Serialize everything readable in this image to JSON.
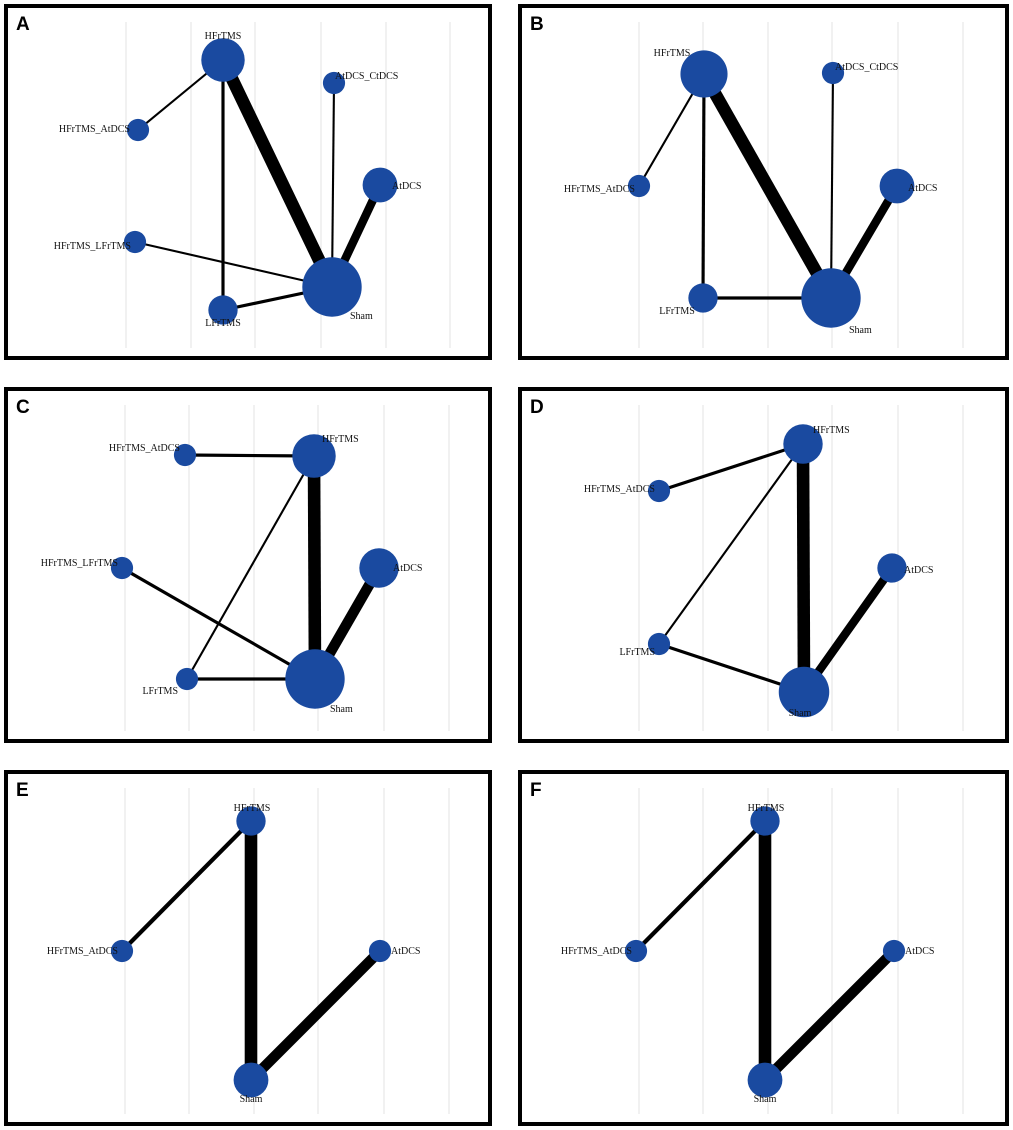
{
  "figure": {
    "node_color": "#1a4aa0",
    "edge_color": "#000000",
    "grid_color": "#e3e3e3"
  },
  "panels": [
    {
      "letter": "A",
      "nodes": [
        {
          "id": "HFrTMS",
          "label": "HFrTMS",
          "weight": 5
        },
        {
          "id": "HFrTMS_AtDCS",
          "label": "HFrTMS_AtDCS",
          "weight": 1
        },
        {
          "id": "AtDCS_CtDCS",
          "label": "AtDCS_CtDCS",
          "weight": 1
        },
        {
          "id": "AtDCS",
          "label": "AtDCS",
          "weight": 3
        },
        {
          "id": "HFrTMS_LFrTMS",
          "label": "HFrTMS_LFrTMS",
          "weight": 1
        },
        {
          "id": "LFrTMS",
          "label": "LFrTMS",
          "weight": 2
        },
        {
          "id": "Sham",
          "label": "Sham",
          "weight": 10
        }
      ],
      "edges": [
        {
          "source": "HFrTMS",
          "target": "Sham",
          "weight": 6
        },
        {
          "source": "HFrTMS",
          "target": "HFrTMS_AtDCS",
          "weight": 1
        },
        {
          "source": "HFrTMS",
          "target": "LFrTMS",
          "weight": 1.5
        },
        {
          "source": "AtDCS_CtDCS",
          "target": "Sham",
          "weight": 1
        },
        {
          "source": "AtDCS",
          "target": "Sham",
          "weight": 4
        },
        {
          "source": "HFrTMS_LFrTMS",
          "target": "Sham",
          "weight": 1
        },
        {
          "source": "LFrTMS",
          "target": "Sham",
          "weight": 1.5
        }
      ]
    },
    {
      "letter": "B",
      "nodes": [
        {
          "id": "HFrTMS",
          "label": "HFrTMS",
          "weight": 6
        },
        {
          "id": "AtDCS_CtDCS",
          "label": "AtDCS_CtDCS",
          "weight": 1
        },
        {
          "id": "HFrTMS_AtDCS",
          "label": "HFrTMS_AtDCS",
          "weight": 1
        },
        {
          "id": "AtDCS",
          "label": "AtDCS",
          "weight": 3
        },
        {
          "id": "LFrTMS",
          "label": "LFrTMS",
          "weight": 2
        },
        {
          "id": "Sham",
          "label": "Sham",
          "weight": 10
        }
      ],
      "edges": [
        {
          "source": "HFrTMS",
          "target": "Sham",
          "weight": 6
        },
        {
          "source": "HFrTMS",
          "target": "HFrTMS_AtDCS",
          "weight": 1
        },
        {
          "source": "HFrTMS",
          "target": "LFrTMS",
          "weight": 1.5
        },
        {
          "source": "AtDCS_CtDCS",
          "target": "Sham",
          "weight": 1
        },
        {
          "source": "AtDCS",
          "target": "Sham",
          "weight": 4
        },
        {
          "source": "LFrTMS",
          "target": "Sham",
          "weight": 1.5
        }
      ]
    },
    {
      "letter": "C",
      "nodes": [
        {
          "id": "HFrTMS_AtDCS",
          "label": "HFrTMS_AtDCS",
          "weight": 1
        },
        {
          "id": "HFrTMS",
          "label": "HFrTMS",
          "weight": 5
        },
        {
          "id": "HFrTMS_LFrTMS",
          "label": "HFrTMS_LFrTMS",
          "weight": 1
        },
        {
          "id": "AtDCS",
          "label": "AtDCS",
          "weight": 4
        },
        {
          "id": "LFrTMS",
          "label": "LFrTMS",
          "weight": 1
        },
        {
          "id": "Sham",
          "label": "Sham",
          "weight": 10
        }
      ],
      "edges": [
        {
          "source": "HFrTMS",
          "target": "Sham",
          "weight": 6
        },
        {
          "source": "HFrTMS_AtDCS",
          "target": "HFrTMS",
          "weight": 1.5
        },
        {
          "source": "HFrTMS",
          "target": "LFrTMS",
          "weight": 1
        },
        {
          "source": "HFrTMS_LFrTMS",
          "target": "Sham",
          "weight": 1.5
        },
        {
          "source": "AtDCS",
          "target": "Sham",
          "weight": 5
        },
        {
          "source": "LFrTMS",
          "target": "Sham",
          "weight": 1.5
        }
      ]
    },
    {
      "letter": "D",
      "nodes": [
        {
          "id": "HFrTMS",
          "label": "HFrTMS",
          "weight": 4
        },
        {
          "id": "HFrTMS_AtDCS",
          "label": "HFrTMS_AtDCS",
          "weight": 1
        },
        {
          "id": "AtDCS",
          "label": "AtDCS",
          "weight": 2
        },
        {
          "id": "LFrTMS",
          "label": "LFrTMS",
          "weight": 1
        },
        {
          "id": "Sham",
          "label": "Sham",
          "weight": 7
        }
      ],
      "edges": [
        {
          "source": "HFrTMS",
          "target": "Sham",
          "weight": 6
        },
        {
          "source": "HFrTMS_AtDCS",
          "target": "HFrTMS",
          "weight": 1.5
        },
        {
          "source": "HFrTMS",
          "target": "LFrTMS",
          "weight": 1
        },
        {
          "source": "AtDCS",
          "target": "Sham",
          "weight": 4
        },
        {
          "source": "LFrTMS",
          "target": "Sham",
          "weight": 1.5
        }
      ]
    },
    {
      "letter": "E",
      "nodes": [
        {
          "id": "HFrTMS",
          "label": "HFrTMS",
          "weight": 2
        },
        {
          "id": "HFrTMS_AtDCS",
          "label": "HFrTMS_AtDCS",
          "weight": 1
        },
        {
          "id": "AtDCS",
          "label": "AtDCS",
          "weight": 1
        },
        {
          "id": "Sham",
          "label": "Sham",
          "weight": 3
        }
      ],
      "edges": [
        {
          "source": "HFrTMS",
          "target": "Sham",
          "weight": 6
        },
        {
          "source": "HFrTMS_AtDCS",
          "target": "HFrTMS",
          "weight": 2
        },
        {
          "source": "AtDCS",
          "target": "Sham",
          "weight": 5
        }
      ]
    },
    {
      "letter": "F",
      "nodes": [
        {
          "id": "HFrTMS",
          "label": "HFrTMS",
          "weight": 2
        },
        {
          "id": "HFrTMS_AtDCS",
          "label": "HFrTMS_AtDCS",
          "weight": 1
        },
        {
          "id": "AtDCS",
          "label": "AtDCS",
          "weight": 1
        },
        {
          "id": "Sham",
          "label": "Sham",
          "weight": 3
        }
      ],
      "edges": [
        {
          "source": "HFrTMS",
          "target": "Sham",
          "weight": 6
        },
        {
          "source": "HFrTMS_AtDCS",
          "target": "HFrTMS",
          "weight": 2
        },
        {
          "source": "AtDCS",
          "target": "Sham",
          "weight": 5
        }
      ]
    }
  ]
}
